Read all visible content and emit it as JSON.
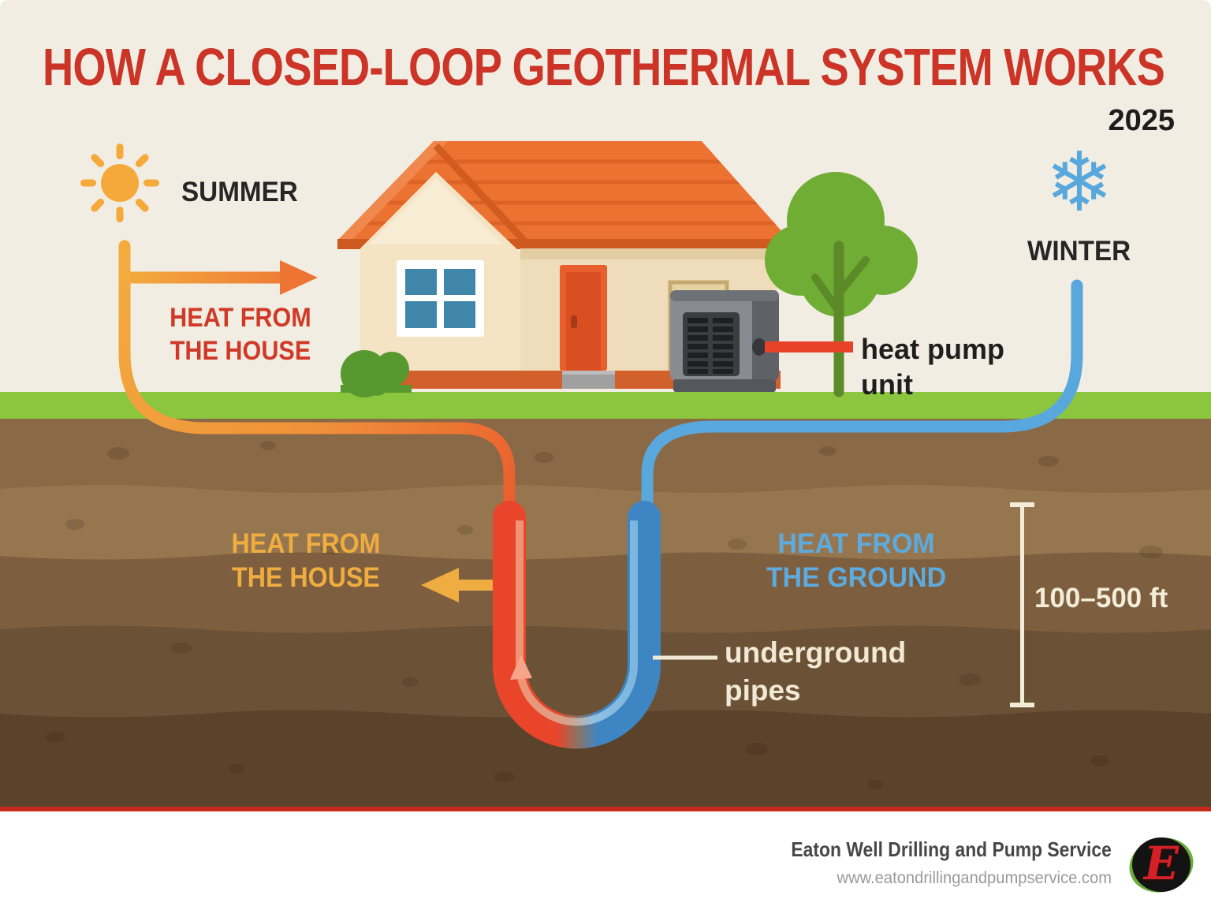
{
  "title": "HOW A CLOSED-LOOP GEOTHERMAL SYSTEM WORKS",
  "year": "2025",
  "seasons": {
    "summer_label": "SUMMER",
    "winter_label": "WINTER"
  },
  "icons": {
    "snowflake": "❄"
  },
  "annotations": {
    "heat_from_house_summer": "HEAT FROM\nTHE HOUSE",
    "heat_from_house_underground": "HEAT FROM\nTHE HOUSE",
    "heat_from_ground": "HEAT FROM\nTHE GROUND",
    "heat_pump_unit": "heat pump\nunit",
    "underground_pipes": "underground\npipes",
    "depth_range": "100–500 ft"
  },
  "footer": {
    "company": "Eaton Well Drilling and Pump Service",
    "website": "www.eatondrillingandpumpservice.com",
    "logo_letter": "E"
  },
  "colors": {
    "title_red": "#cb3427",
    "summer_pipe_orange": "#f0a23c",
    "winter_pipe_blue": "#58a8dd",
    "loop_red": "#e8452b",
    "loop_blue": "#3e86c3",
    "grass_green": "#8cc63e",
    "soil_brown": "#8a6946",
    "cream_background": "#f2ede2",
    "label_yellow": "#efac40",
    "label_blue": "#5eaadc",
    "label_cream": "#f1e9d6",
    "footer_divider_red": "#c5291b"
  }
}
